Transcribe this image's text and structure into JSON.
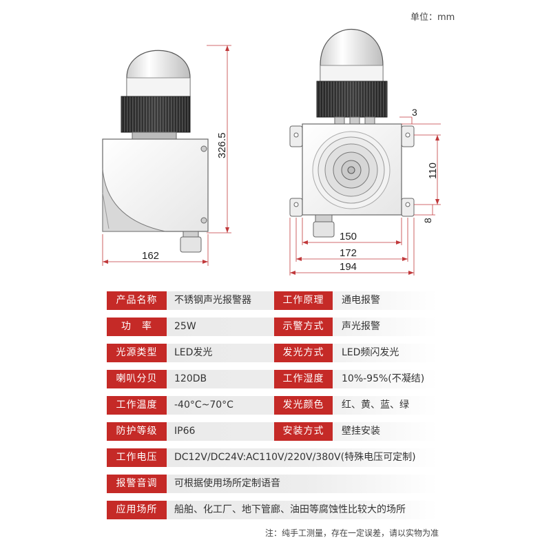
{
  "unit_label": "单位：mm",
  "dimensions": {
    "side_width": "162",
    "side_height": "326.5",
    "front_inner_width": "150",
    "front_mid_width": "172",
    "front_outer_width": "194",
    "top_offset": "3",
    "hole_spacing": "110",
    "bottom_offset": "8"
  },
  "specs": [
    {
      "label": "产品名称",
      "value": "不锈钢声光报警器",
      "label2": "工作原理",
      "value2": "通电报警"
    },
    {
      "label": "功　率",
      "value": "25W",
      "label2": "示警方式",
      "value2": "声光报警"
    },
    {
      "label": "光源类型",
      "value": "LED发光",
      "label2": "发光方式",
      "value2": "LED频闪发光"
    },
    {
      "label": "喇叭分贝",
      "value": "120DB",
      "label2": "工作湿度",
      "value2": "10%-95%(不凝结)"
    },
    {
      "label": "工作温度",
      "value": "-40°C~70°C",
      "label2": "发光颜色",
      "value2": "红、黄、蓝、绿"
    },
    {
      "label": "防护等级",
      "value": "IP66",
      "label2": "安装方式",
      "value2": "壁挂安装"
    },
    {
      "label": "工作电压",
      "value": "DC12V/DC24V:AC110V/220V/380V(特殊电压可定制)"
    },
    {
      "label": "报警音调",
      "value": "可根据使用场所定制语音"
    },
    {
      "label": "应用场所",
      "value": "船舶、化工厂、地下管廊、油田等腐蚀性比较大的场所"
    }
  ],
  "note": "注：纯手工测量，存在一定误差，请以实物为准",
  "colors": {
    "accent": "#c52a27",
    "dimension_line": "#c0393b"
  }
}
